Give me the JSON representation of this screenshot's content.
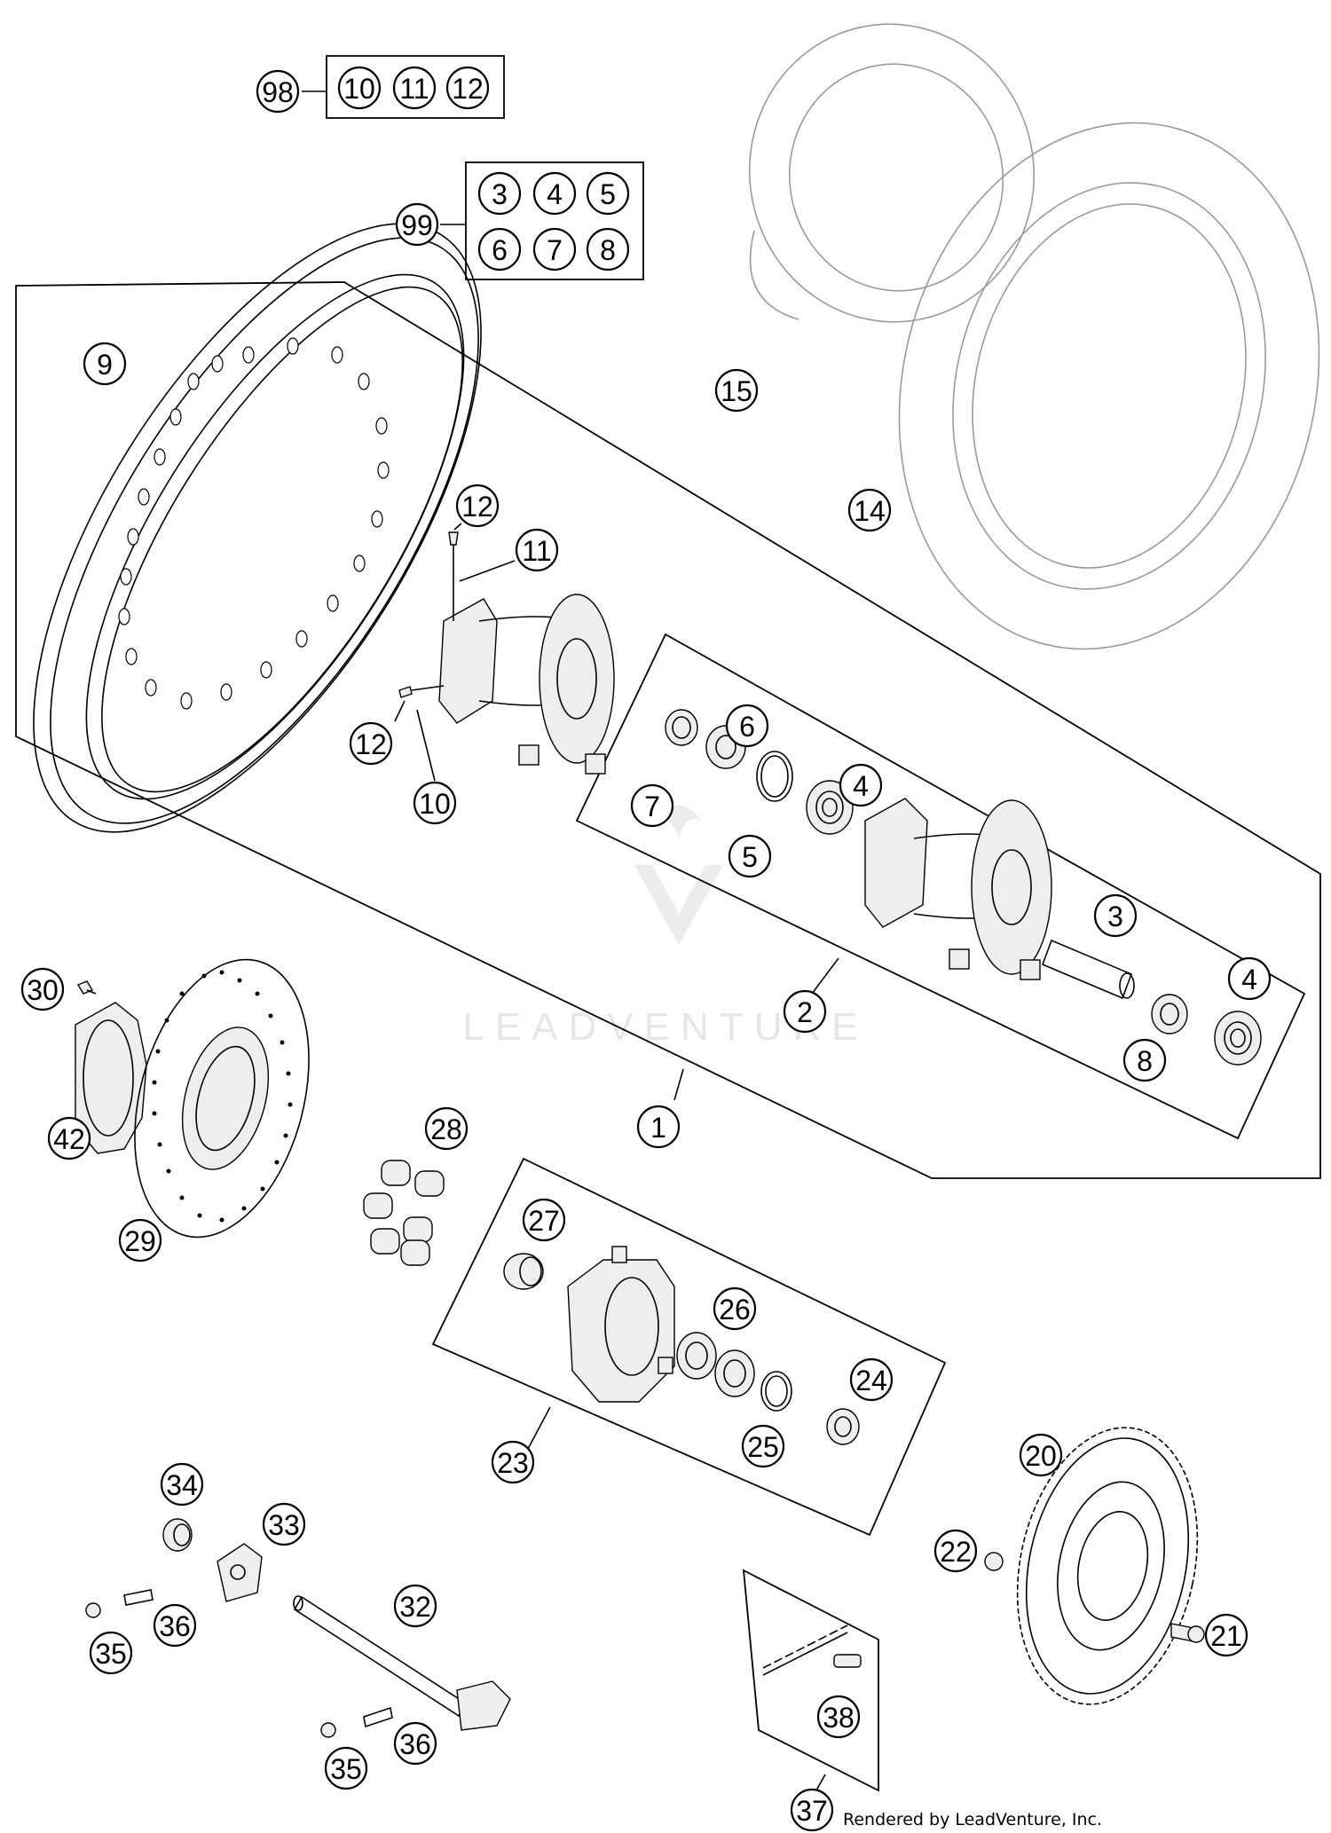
{
  "credit_text": "Rendered by LeadVenture, Inc.",
  "watermark_text": "LEADVENTURE",
  "kit_98": {
    "label": "98",
    "contents": [
      "10",
      "11",
      "12"
    ]
  },
  "kit_99": {
    "label": "99",
    "contents": [
      "3",
      "4",
      "5",
      "6",
      "7",
      "8"
    ]
  },
  "callouts": [
    "1",
    "2",
    "3",
    "4",
    "4",
    "5",
    "6",
    "7",
    "8",
    "9",
    "10",
    "11",
    "12",
    "12",
    "14",
    "15",
    "20",
    "21",
    "22",
    "23",
    "24",
    "25",
    "26",
    "27",
    "28",
    "29",
    "30",
    "32",
    "33",
    "34",
    "35",
    "35",
    "36",
    "36",
    "37",
    "38",
    "42"
  ]
}
